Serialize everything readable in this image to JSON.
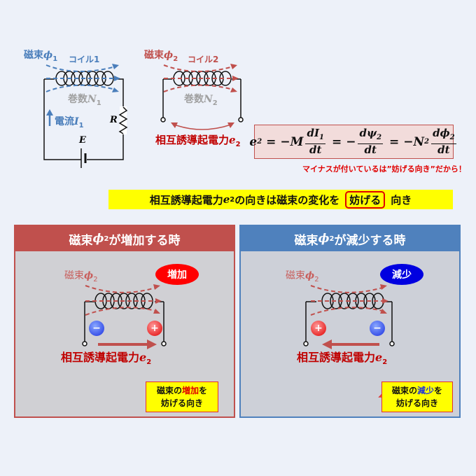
{
  "coil1": {
    "flux_label": "磁束",
    "flux_symbol": "ϕ",
    "flux_sub": "1",
    "coil_label": "コイル1",
    "turns_label": "巻数",
    "turns_symbol": "N",
    "turns_sub": "1",
    "current_label": "電流",
    "current_symbol": "I",
    "current_sub": "1",
    "resistor_label": "R",
    "battery_label": "E"
  },
  "coil2": {
    "flux_label": "磁束",
    "flux_symbol": "ϕ",
    "flux_sub": "2",
    "coil_label": "コイル2",
    "turns_label": "巻数",
    "turns_symbol": "N",
    "turns_sub": "2",
    "emf_label": "相互誘導起電力",
    "emf_symbol": "e",
    "emf_sub": "2"
  },
  "formula": {
    "lhs": "e",
    "lhs_sub": "2",
    "eq": "=",
    "term1_prefix": "−M",
    "term1_num": "dI",
    "term1_num_sub": "1",
    "term1_den": "dt",
    "term2_prefix": "−",
    "term2_num": "dψ",
    "term2_num_sub": "2",
    "term2_den": "dt",
    "term3_prefix": "−N",
    "term3_prefix_sub": "2",
    "term3_num": "dϕ",
    "term3_num_sub": "2",
    "term3_den": "dt",
    "note": "マイナスが付いているは”妨げる向き”だから！"
  },
  "banner": {
    "prefix": "相互誘導起電力",
    "symbol": "e",
    "sub": "2",
    "middle": "の向きは磁束の変化を",
    "highlight": "妨げる",
    "suffix": "向き"
  },
  "panels": [
    {
      "title_prefix": "磁束",
      "title_symbol": "ϕ",
      "title_sub": "2",
      "title_suffix": "が増加する時",
      "flux_label": "磁束",
      "flux_symbol": "ϕ",
      "flux_sub": "2",
      "badge": "増加",
      "left_sign": "−",
      "right_sign": "+",
      "emf_label": "相互誘導起電力",
      "emf_symbol": "e",
      "emf_sub": "2",
      "callout_pre": "磁束の",
      "callout_key": "増加",
      "callout_post": "を",
      "callout_line2": "妨げる向き",
      "color": "#c0504d"
    },
    {
      "title_prefix": "磁束",
      "title_symbol": "ϕ",
      "title_sub": "2",
      "title_suffix": "が減少する時",
      "flux_label": "磁束",
      "flux_symbol": "ϕ",
      "flux_sub": "2",
      "badge": "減少",
      "left_sign": "+",
      "right_sign": "−",
      "emf_label": "相互誘導起電力",
      "emf_symbol": "e",
      "emf_sub": "2",
      "callout_pre": "磁束の",
      "callout_key": "減少",
      "callout_post": "を",
      "callout_line2": "妨げる向き",
      "color": "#4f81bd"
    }
  ],
  "colors": {
    "background": "#edf1f9",
    "blue": "#4a7ebb",
    "red": "#c0504d",
    "emf_red": "#c00000",
    "yellow": "#ffff00"
  }
}
